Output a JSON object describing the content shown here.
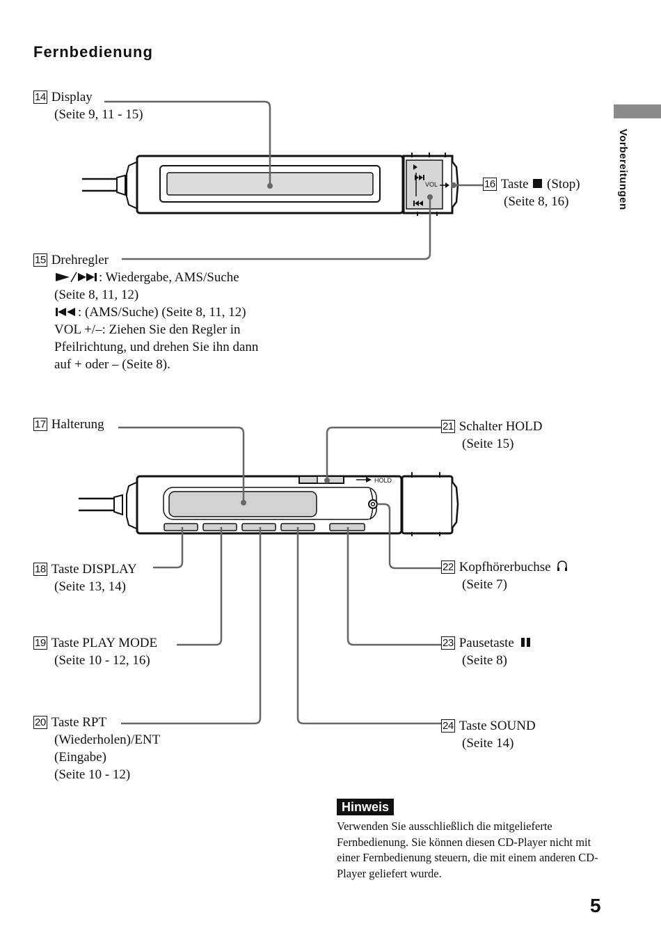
{
  "title": "Fernbedienung",
  "side_tab": "Vorbereitungen",
  "labels": {
    "l14": {
      "num": "14",
      "line1": "Display",
      "line2": "(Seite 9, 11 - 15)"
    },
    "l15": {
      "num": "15",
      "line1": "Drehregler",
      "line2": ": Wiedergabe, AMS/Suche",
      "line3": "(Seite 8, 11, 12)",
      "line4": ": (AMS/Suche) (Seite 8, 11, 12)",
      "line5": "VOL +/–: Ziehen Sie den Regler in",
      "line6": "Pfeilrichtung, und drehen Sie ihn dann",
      "line7": "auf + oder – (Seite 8)."
    },
    "l16": {
      "num": "16",
      "line1a": "Taste",
      "line1b": "(Stop)",
      "line2": "(Seite 8, 16)"
    },
    "l17": {
      "num": "17",
      "line1": "Halterung"
    },
    "l18": {
      "num": "18",
      "line1": "Taste DISPLAY",
      "line2": "(Seite 13, 14)"
    },
    "l19": {
      "num": "19",
      "line1": "Taste PLAY MODE",
      "line2": "(Seite 10 - 12, 16)"
    },
    "l20": {
      "num": "20",
      "line1": "Taste RPT",
      "line2": "(Wiederholen)/ENT",
      "line3": "(Eingabe)",
      "line4": "(Seite 10 - 12)"
    },
    "l21": {
      "num": "21",
      "line1": "Schalter HOLD",
      "line2": "(Seite 15)"
    },
    "l22": {
      "num": "22",
      "line1": "Kopfhörerbuchse",
      "line2": "(Seite 7)"
    },
    "l23": {
      "num": "23",
      "line1": "Pausetaste",
      "line2": "(Seite 8)"
    },
    "l24": {
      "num": "24",
      "line1": "Taste SOUND",
      "line2": "(Seite 14)"
    }
  },
  "device": {
    "vol_label": "VOL",
    "hold_label": "HOLD"
  },
  "hinweis": {
    "label": "Hinweis",
    "text": "Verwenden Sie ausschließlich die mitgelieferte Fernbedienung. Sie können diesen CD-Player nicht mit einer Fernbedienung steuern, die mit einem anderen CD-Player geliefert wurde."
  },
  "page_number": "5",
  "icons": [
    "play-fastforward-icon",
    "rewind-icon",
    "stop-icon",
    "headphone-icon",
    "pause-icon"
  ]
}
